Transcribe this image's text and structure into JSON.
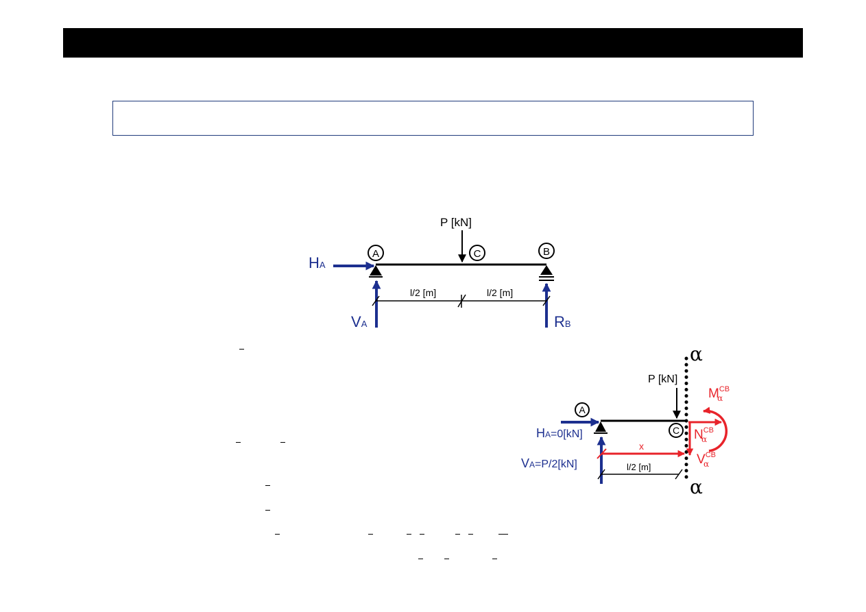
{
  "colors": {
    "blue": "#1c2f8f",
    "red": "#e8232a",
    "black": "#000000"
  },
  "diagram1": {
    "load_label": "P [kN]",
    "node_a": "A",
    "node_b": "B",
    "node_c": "C",
    "ha_main": "H",
    "ha_sub": "A",
    "va_main": "V",
    "va_sub": "A",
    "rb_main": "R",
    "rb_sub": "B",
    "dim_left": "l/2 [m]",
    "dim_right": "l/2 [m]"
  },
  "diagram2": {
    "section_top": "α",
    "section_bottom": "α",
    "load_label": "P [kN]",
    "node_a": "A",
    "node_c": "C",
    "ha_main": "H",
    "ha_sub": "A",
    "ha_value": "=0[kN]",
    "va_main": "V",
    "va_sub": "A",
    "va_value": "=P/2[kN]",
    "x_label": "x",
    "dim": "l/2 [m]",
    "m_main": "M",
    "n_main": "N",
    "v_main": "V",
    "sub_alpha": "α",
    "sup_cb": "CB"
  }
}
